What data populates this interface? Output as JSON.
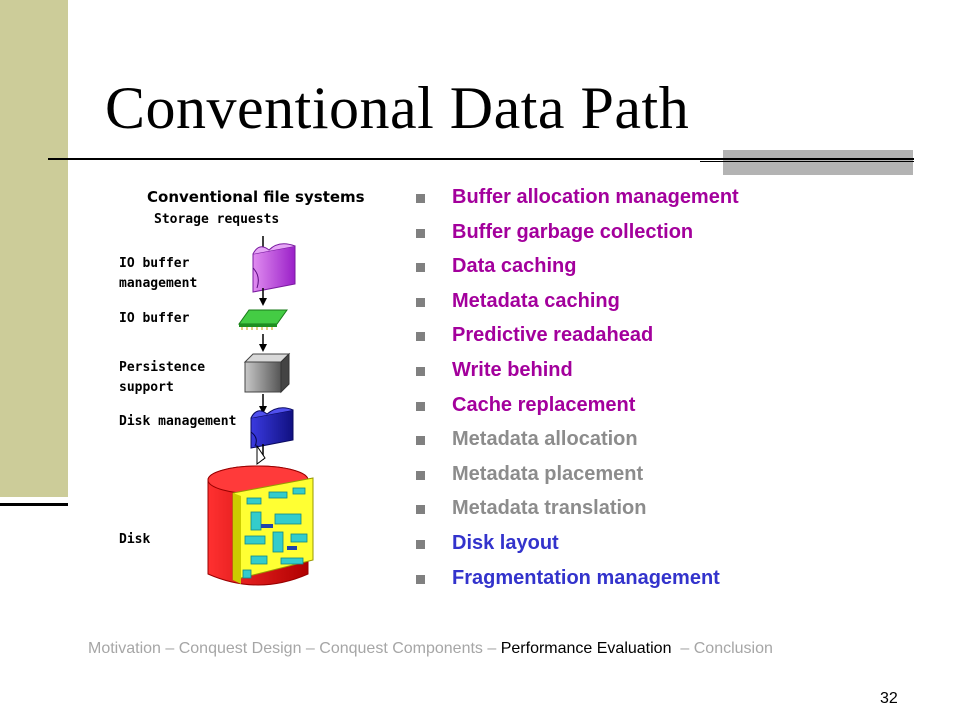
{
  "slide": {
    "title": "Conventional Data Path",
    "page_number": "32"
  },
  "diagram": {
    "title": "Conventional file systems",
    "subtitle": "Storage requests",
    "labels": {
      "io_buffer_management": "IO buffer management",
      "io_buffer": "IO buffer",
      "persistence_support": "Persistence support",
      "disk_management": "Disk management",
      "disk": "Disk"
    }
  },
  "bullets": [
    {
      "text": "Buffer allocation management",
      "color": "#a3009c"
    },
    {
      "text": "Buffer garbage collection",
      "color": "#a3009c"
    },
    {
      "text": "Data caching",
      "color": "#a3009c"
    },
    {
      "text": "Metadata caching",
      "color": "#a3009c"
    },
    {
      "text": "Predictive readahead",
      "color": "#a3009c"
    },
    {
      "text": "Write behind",
      "color": "#a3009c"
    },
    {
      "text": "Cache replacement",
      "color": "#a3009c"
    },
    {
      "text": "Metadata allocation",
      "color": "#8c8c8c"
    },
    {
      "text": "Metadata placement",
      "color": "#8c8c8c"
    },
    {
      "text": "Metadata translation",
      "color": "#8c8c8c"
    },
    {
      "text": "Disk layout",
      "color": "#3333cc"
    },
    {
      "text": "Fragmentation management",
      "color": "#3333cc"
    }
  ],
  "footer": {
    "motivation": "Motivation",
    "conquest_design": "Conquest Design",
    "conquest_components": "Conquest Components",
    "performance_evaluation": "Performance Evaluation",
    "conclusion": "Conclusion",
    "separator": " – "
  },
  "colors": {
    "sidebar": "#cccc99",
    "accent_purple": "#a3009c",
    "muted_gray": "#8c8c8c",
    "blue": "#3333cc"
  }
}
